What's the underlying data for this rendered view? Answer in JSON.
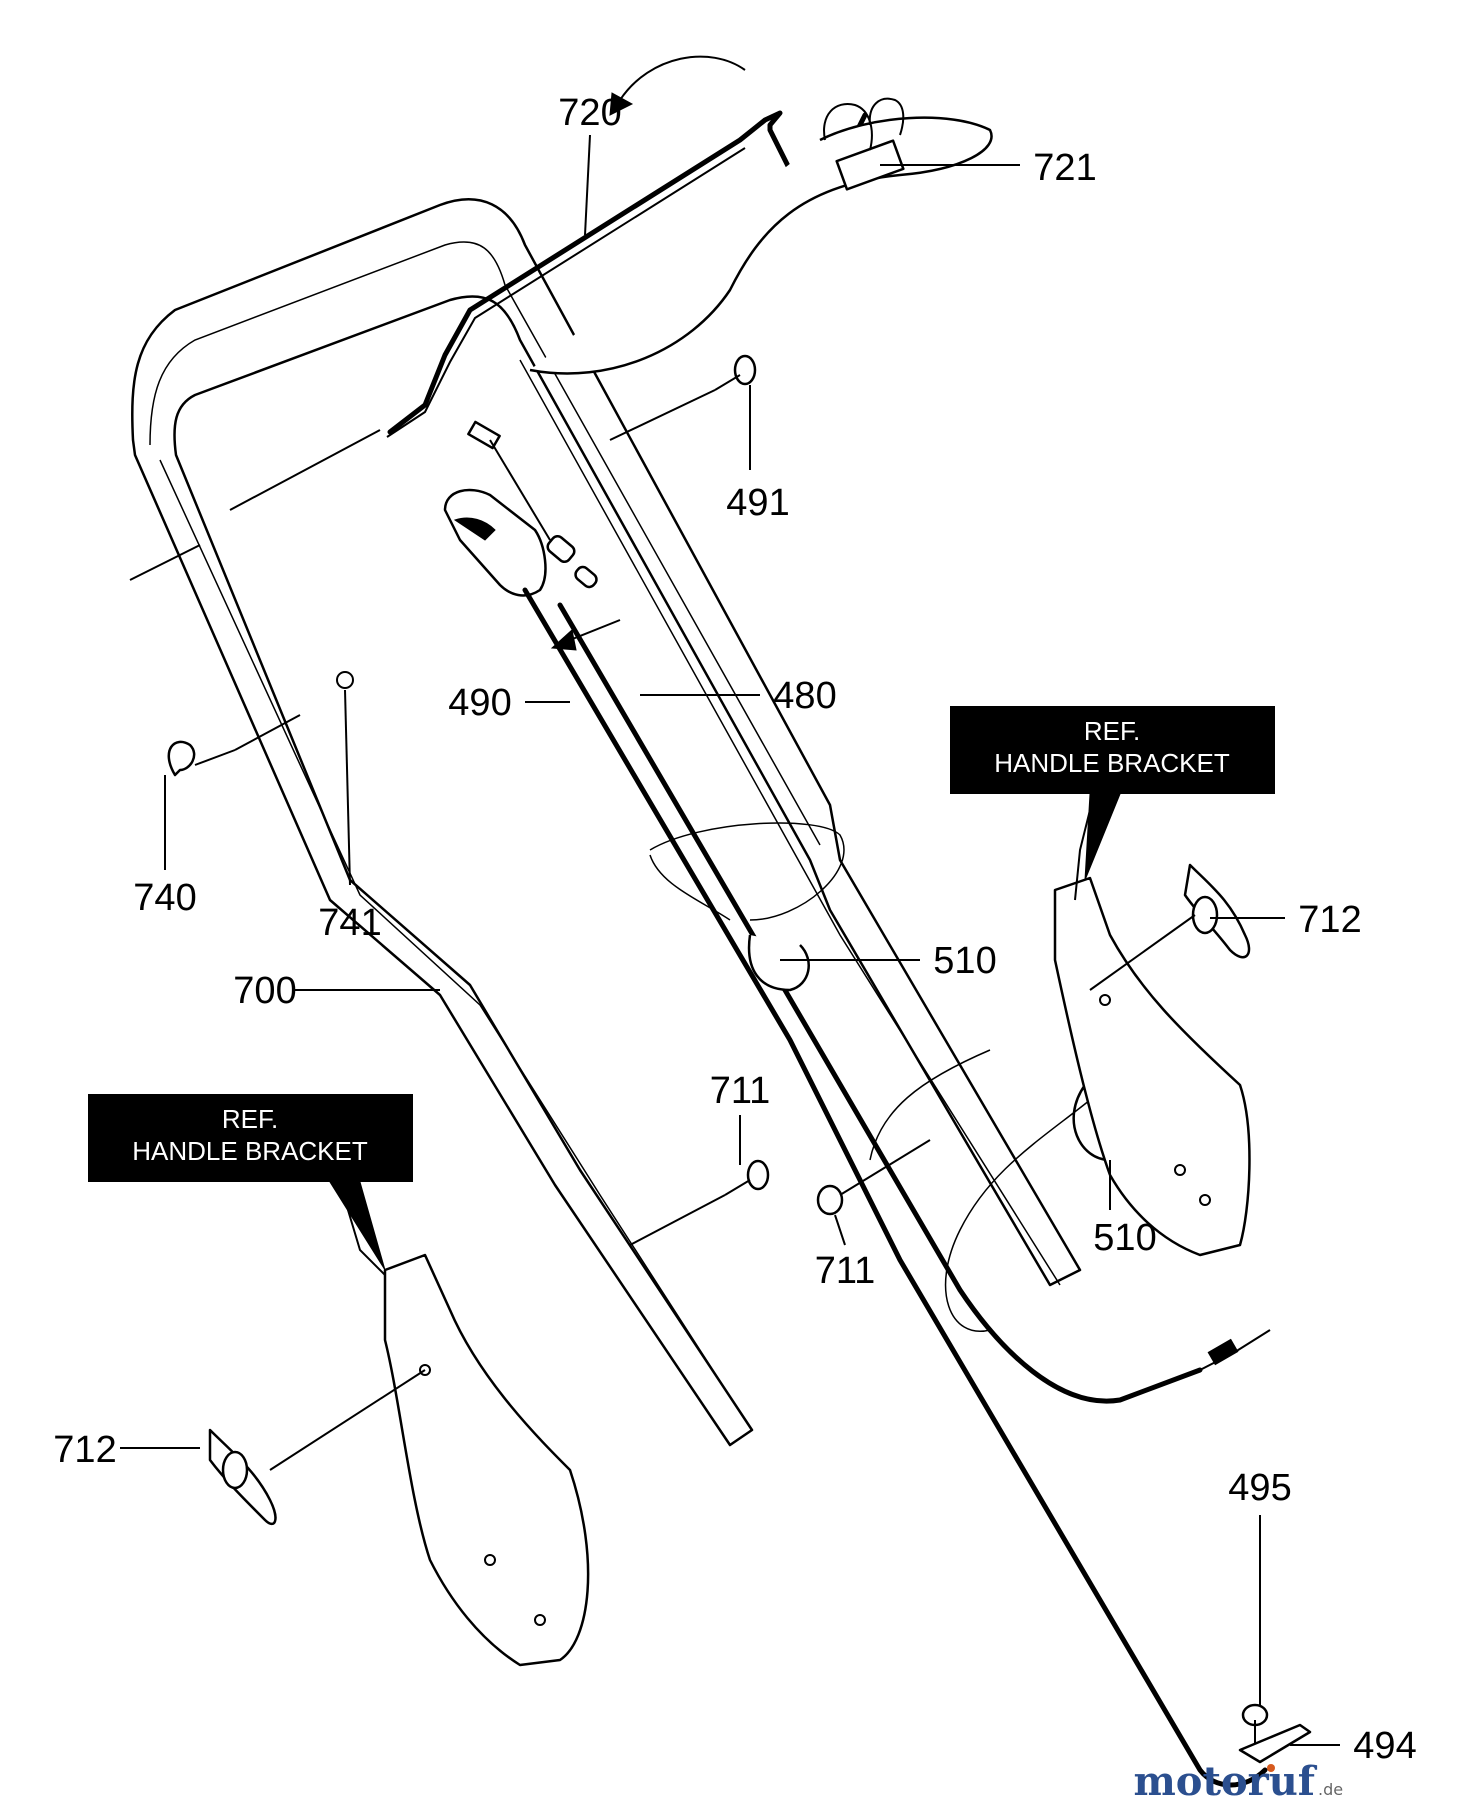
{
  "part_labels": {
    "p720": "720",
    "p721": "721",
    "p491": "491",
    "p490": "490",
    "p480": "480",
    "p740": "740",
    "p741": "741",
    "p700": "700",
    "p510a": "510",
    "p510b": "510",
    "p712a": "712",
    "p712b": "712",
    "p711a": "711",
    "p711b": "711",
    "p495": "495",
    "p494": "494"
  },
  "callouts": {
    "right": {
      "line1": "REF.",
      "line2": "HANDLE BRACKET"
    },
    "left": {
      "line1": "REF.",
      "line2": "HANDLE BRACKET"
    }
  },
  "watermark": {
    "brand": "motoruf",
    "tld": ".de",
    "brand_color": "#2b4f8f",
    "accent_color": "#d65a1e"
  }
}
